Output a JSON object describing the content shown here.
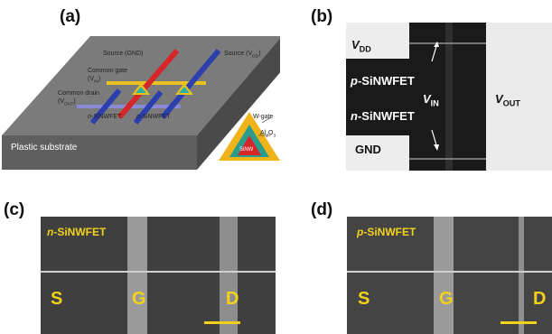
{
  "panels": {
    "a": {
      "letter": "(a)",
      "substrate_label": "Plastic substrate",
      "source_gnd": "Source (GND)",
      "source_vdd_prefix": "Source (V",
      "source_vdd_sub": "DD",
      "common_gate_line1": "Common gate",
      "common_gate_line2_prefix": "(V",
      "common_gate_line2_sub": "IN",
      "common_drain_line1": "Common drain",
      "common_drain_line2_prefix": "(V",
      "common_drain_line2_sub": "OUT",
      "n_device_prefix": "n",
      "n_device_suffix": "-SiNWFET",
      "p_device_prefix": "p",
      "p_device_suffix": "-SiNWFET",
      "w_gate": "W-gate",
      "al2o3_prefix": "Al",
      "al2o3_sub1": "2",
      "al2o3_mid": "O",
      "al2o3_sub2": "3",
      "sinw": "SiNW"
    },
    "b": {
      "letter": "(b)",
      "vdd_prefix": "V",
      "vdd_sub": "DD",
      "p_fet_prefix": "p",
      "p_fet_suffix": "-SiNWFET",
      "n_fet_prefix": "n",
      "n_fet_suffix": "-SiNWFET",
      "gnd": "GND",
      "vin_prefix": "V",
      "vin_sub": "IN",
      "vout_prefix": "V",
      "vout_sub": "OUT"
    },
    "c": {
      "letter": "(c)",
      "title_prefix": "n",
      "title_suffix": "-SiNWFET",
      "s": "S",
      "g": "G",
      "d": "D"
    },
    "d": {
      "letter": "(d)",
      "title_prefix": "p",
      "title_suffix": "-SiNWFET",
      "s": "S",
      "g": "G",
      "d": "D"
    }
  },
  "colors": {
    "gate_yellow": "#e8c21f",
    "source_red": "#d7262a",
    "source_blue": "#2b3fae",
    "drain_purple": "#8a8ad8",
    "substrate_top": "#7a7a7a",
    "sem_label": "#f3d11a"
  }
}
